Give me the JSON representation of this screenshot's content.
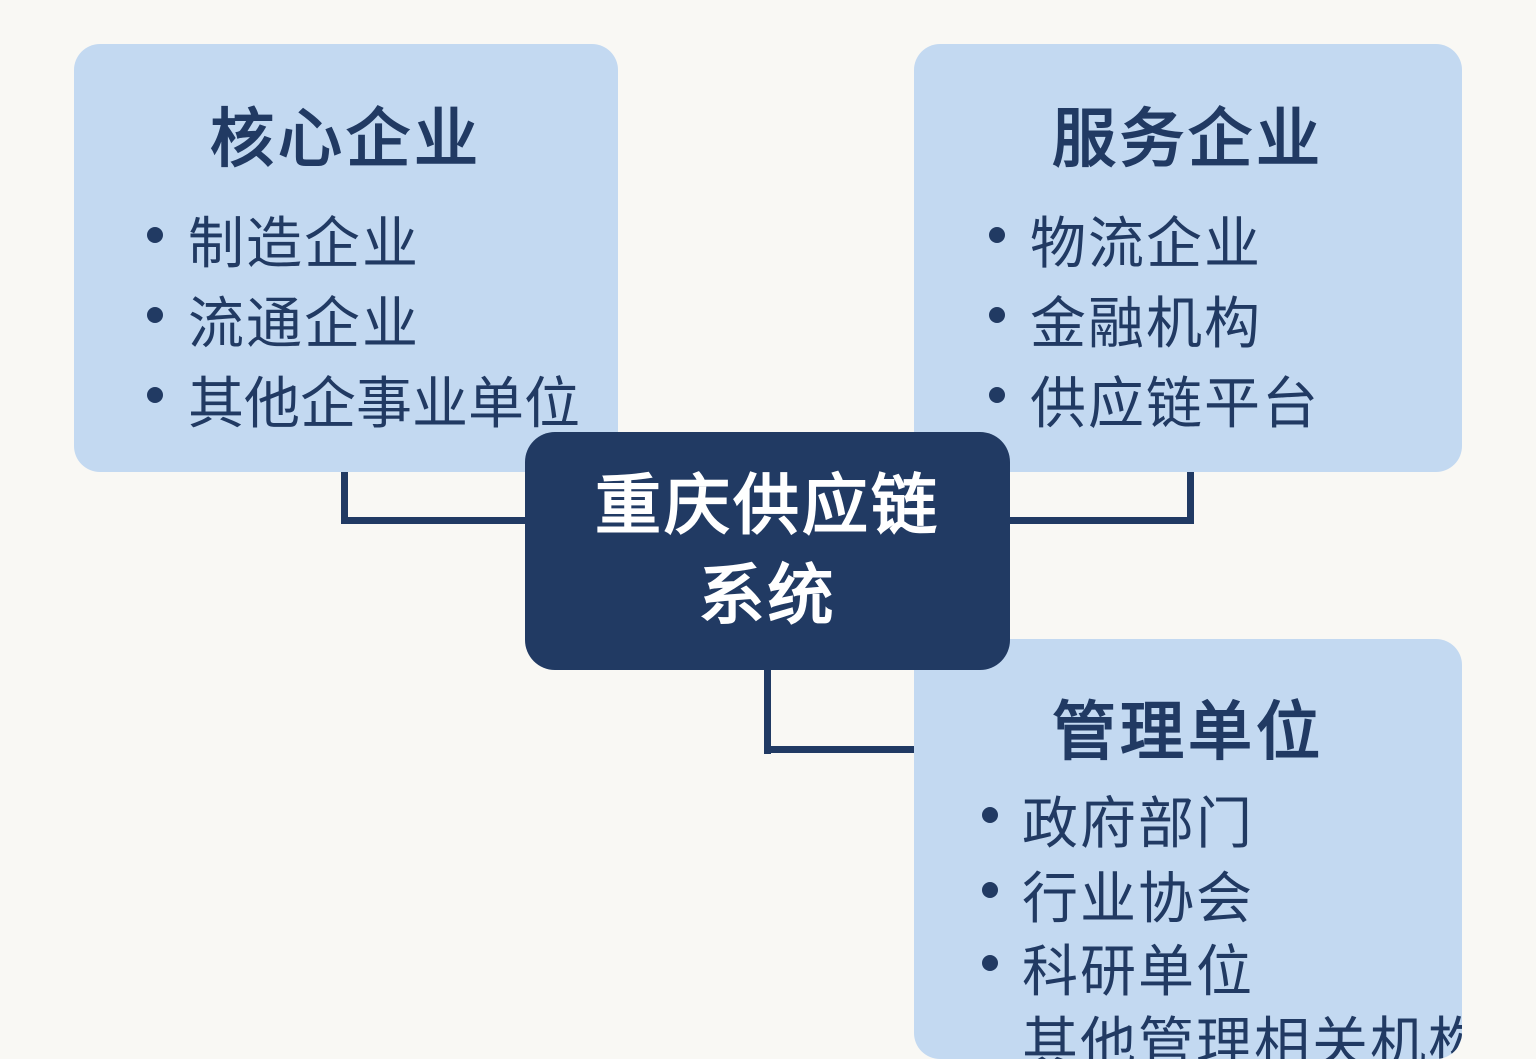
{
  "center": {
    "line1": "重庆供应链",
    "line2": "系统"
  },
  "core": {
    "title": "核心企业",
    "items": [
      "制造企业",
      "流通企业",
      "其他企事业单位"
    ]
  },
  "service": {
    "title": "服务企业",
    "items": [
      "物流企业",
      "金融机构",
      "供应链平台"
    ]
  },
  "management": {
    "title": "管理单位",
    "items": [
      "政府部门",
      "行业协会",
      "科研单位",
      "其他管理相关机构"
    ]
  }
}
